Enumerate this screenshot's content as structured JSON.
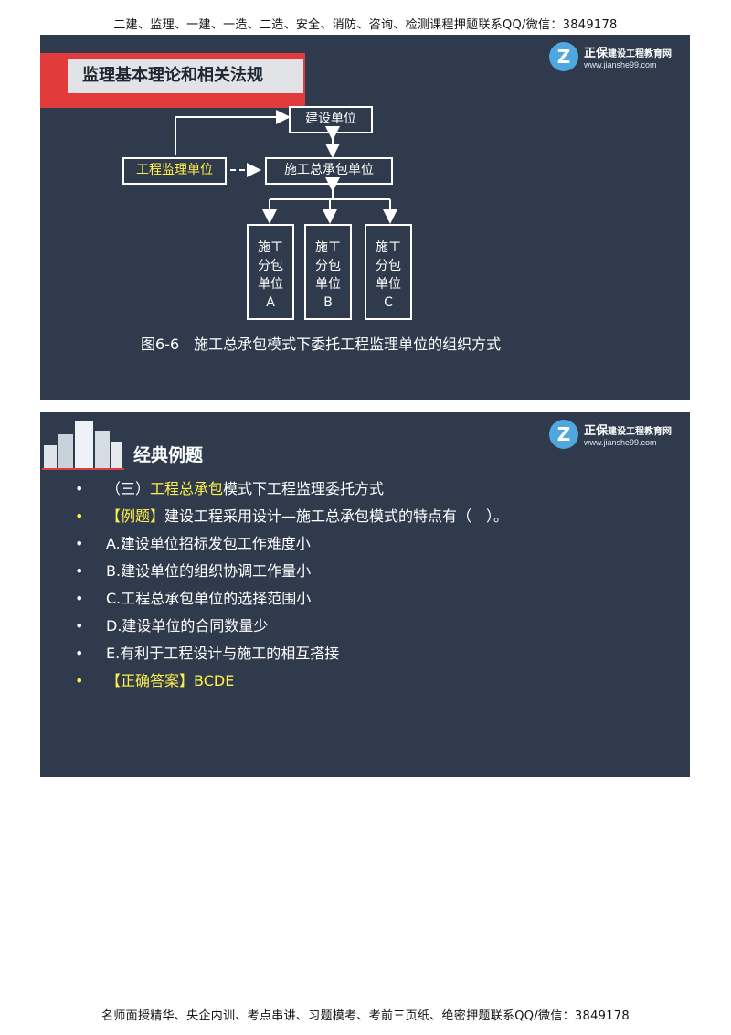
{
  "header": {
    "text": "二建、监理、一建、一造、二造、安全、消防、咨询、检测课程押题联系QQ/微信：3849178"
  },
  "footer": {
    "text": "名师面授精华、央企内训、考点串讲、习题模考、考前三页纸、绝密押题联系QQ/微信：3849178"
  },
  "logo": {
    "brand": "正保",
    "brand_small": "建设工程教育网",
    "url": "www.jianshe99.com",
    "mark": "Z"
  },
  "slide1": {
    "title": "监理基本理论和相关法规",
    "diagram": {
      "owner": "建设单位",
      "supervisor": "工程监理单位",
      "general_contractor": "施工总承包单位",
      "subs": [
        {
          "lines": [
            "施工",
            "分包",
            "单位",
            "A"
          ]
        },
        {
          "lines": [
            "施工",
            "分包",
            "单位",
            "B"
          ]
        },
        {
          "lines": [
            "施工",
            "分包",
            "单位",
            "C"
          ]
        }
      ]
    },
    "caption": "图6-6　施工总承包模式下委托工程监理单位的组织方式"
  },
  "slide2": {
    "section_title": "经典例题",
    "items": [
      {
        "bullet": "•",
        "prefix": "（三）",
        "highlight": "工程总承包",
        "text": "模式下工程监理委托方式",
        "style": "white"
      },
      {
        "bullet": "•",
        "prefix": "",
        "highlight": "【例题】",
        "text": "建设工程采用设计—施工总承包模式的特点有（　）。",
        "style": "yellow-bullet"
      },
      {
        "bullet": "•",
        "prefix": "",
        "highlight": "",
        "text": "A.建设单位招标发包工作难度小",
        "style": "white"
      },
      {
        "bullet": "•",
        "prefix": "",
        "highlight": "",
        "text": "B.建设单位的组织协调工作量小",
        "style": "white"
      },
      {
        "bullet": "•",
        "prefix": "",
        "highlight": "",
        "text": "C.工程总承包单位的选择范围小",
        "style": "white"
      },
      {
        "bullet": "•",
        "prefix": "",
        "highlight": "",
        "text": "D.建设单位的合同数量少",
        "style": "white"
      },
      {
        "bullet": "•",
        "prefix": "",
        "highlight": "",
        "text": "E.有利于工程设计与施工的相互搭接",
        "style": "white"
      },
      {
        "bullet": "•",
        "prefix": "",
        "highlight": "【正确答案】BCDE",
        "text": "",
        "style": "yellow-bullet"
      }
    ]
  }
}
